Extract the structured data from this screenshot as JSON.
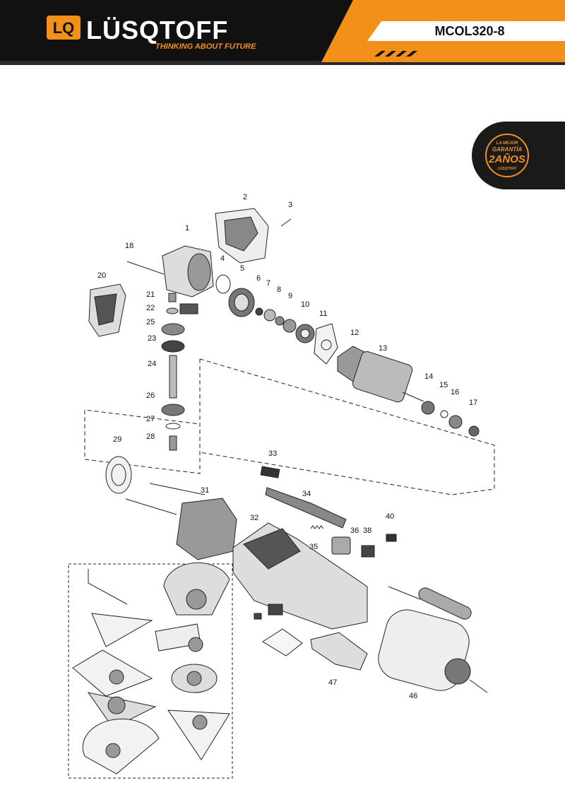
{
  "header": {
    "brand_name": "LÜSQTOFF",
    "tagline": "THINKING ABOUT FUTURE",
    "logo_mark": "LQ",
    "model": "MCOL320-8",
    "colors": {
      "bar": "#111111",
      "accent": "#f39019",
      "model_bg": "#ffffff"
    }
  },
  "badge": {
    "line1": "LA MEJOR",
    "line2": "GARANTÍA",
    "line3": "2AÑOS",
    "line4": "LÜSQTOFF"
  },
  "parts": [
    "1",
    "2",
    "3",
    "4",
    "5",
    "6",
    "7",
    "8",
    "9",
    "10",
    "11",
    "12",
    "13",
    "14",
    "15",
    "16",
    "17",
    "18",
    "20",
    "21",
    "22",
    "23",
    "24",
    "25",
    "26",
    "27",
    "28",
    "29",
    "31",
    "32",
    "33",
    "34",
    "35",
    "36",
    "38",
    "40",
    "46",
    "47"
  ]
}
